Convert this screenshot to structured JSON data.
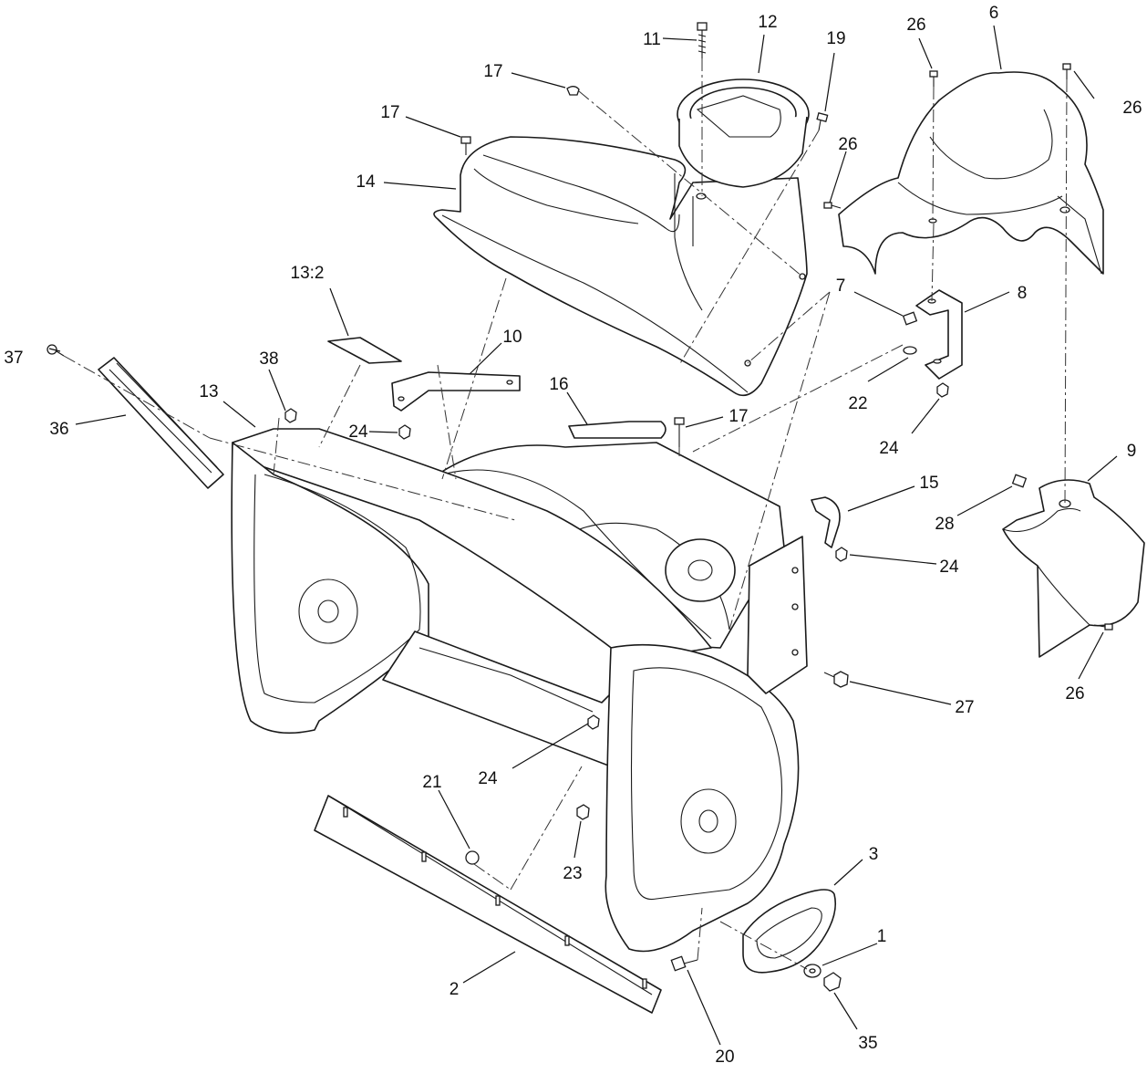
{
  "diagram": {
    "callouts": [
      {
        "id": "c11",
        "label": "11"
      },
      {
        "id": "c12",
        "label": "12"
      },
      {
        "id": "c19",
        "label": "19"
      },
      {
        "id": "c26a",
        "label": "26"
      },
      {
        "id": "c6",
        "label": "6"
      },
      {
        "id": "c17a",
        "label": "17"
      },
      {
        "id": "c26b",
        "label": "26"
      },
      {
        "id": "c17b",
        "label": "17"
      },
      {
        "id": "c14",
        "label": "14"
      },
      {
        "id": "c26c",
        "label": "26"
      },
      {
        "id": "c13-2",
        "label": "13:2"
      },
      {
        "id": "c7",
        "label": "7"
      },
      {
        "id": "c8",
        "label": "8"
      },
      {
        "id": "c10",
        "label": "10"
      },
      {
        "id": "c37",
        "label": "37"
      },
      {
        "id": "c38",
        "label": "38"
      },
      {
        "id": "c13",
        "label": "13"
      },
      {
        "id": "c16",
        "label": "16"
      },
      {
        "id": "c22",
        "label": "22"
      },
      {
        "id": "c36",
        "label": "36"
      },
      {
        "id": "c24a",
        "label": "24"
      },
      {
        "id": "c17c",
        "label": "17"
      },
      {
        "id": "c24b",
        "label": "24"
      },
      {
        "id": "c9",
        "label": "9"
      },
      {
        "id": "c15",
        "label": "15"
      },
      {
        "id": "c28",
        "label": "28"
      },
      {
        "id": "c24c",
        "label": "24"
      },
      {
        "id": "c26d",
        "label": "26"
      },
      {
        "id": "c27",
        "label": "27"
      },
      {
        "id": "c24d",
        "label": "24"
      },
      {
        "id": "c21",
        "label": "21"
      },
      {
        "id": "c23",
        "label": "23"
      },
      {
        "id": "c3",
        "label": "3"
      },
      {
        "id": "c1",
        "label": "1"
      },
      {
        "id": "c2",
        "label": "2"
      },
      {
        "id": "c35",
        "label": "35"
      },
      {
        "id": "c20",
        "label": "20"
      }
    ]
  }
}
